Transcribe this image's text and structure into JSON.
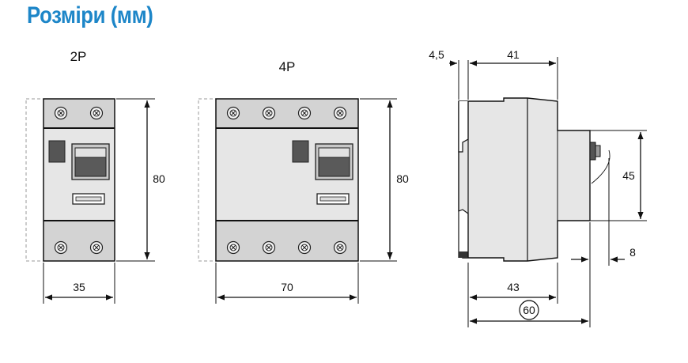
{
  "title": "Розміри (мм)",
  "labels": {
    "pole_2p": "2P",
    "pole_4p": "4P",
    "height_2p": "80",
    "width_2p": "35",
    "height_4p": "80",
    "width_4p": "70",
    "offset_side": "4,5",
    "depth_41": "41",
    "handle_45": "45",
    "handle_8": "8",
    "depth_43": "43",
    "depth_60": "60"
  },
  "colors": {
    "title": "#1d86c8",
    "body": "#e6e6e6",
    "terminal_strip": "#d3d3d3",
    "handle": "#555555"
  }
}
